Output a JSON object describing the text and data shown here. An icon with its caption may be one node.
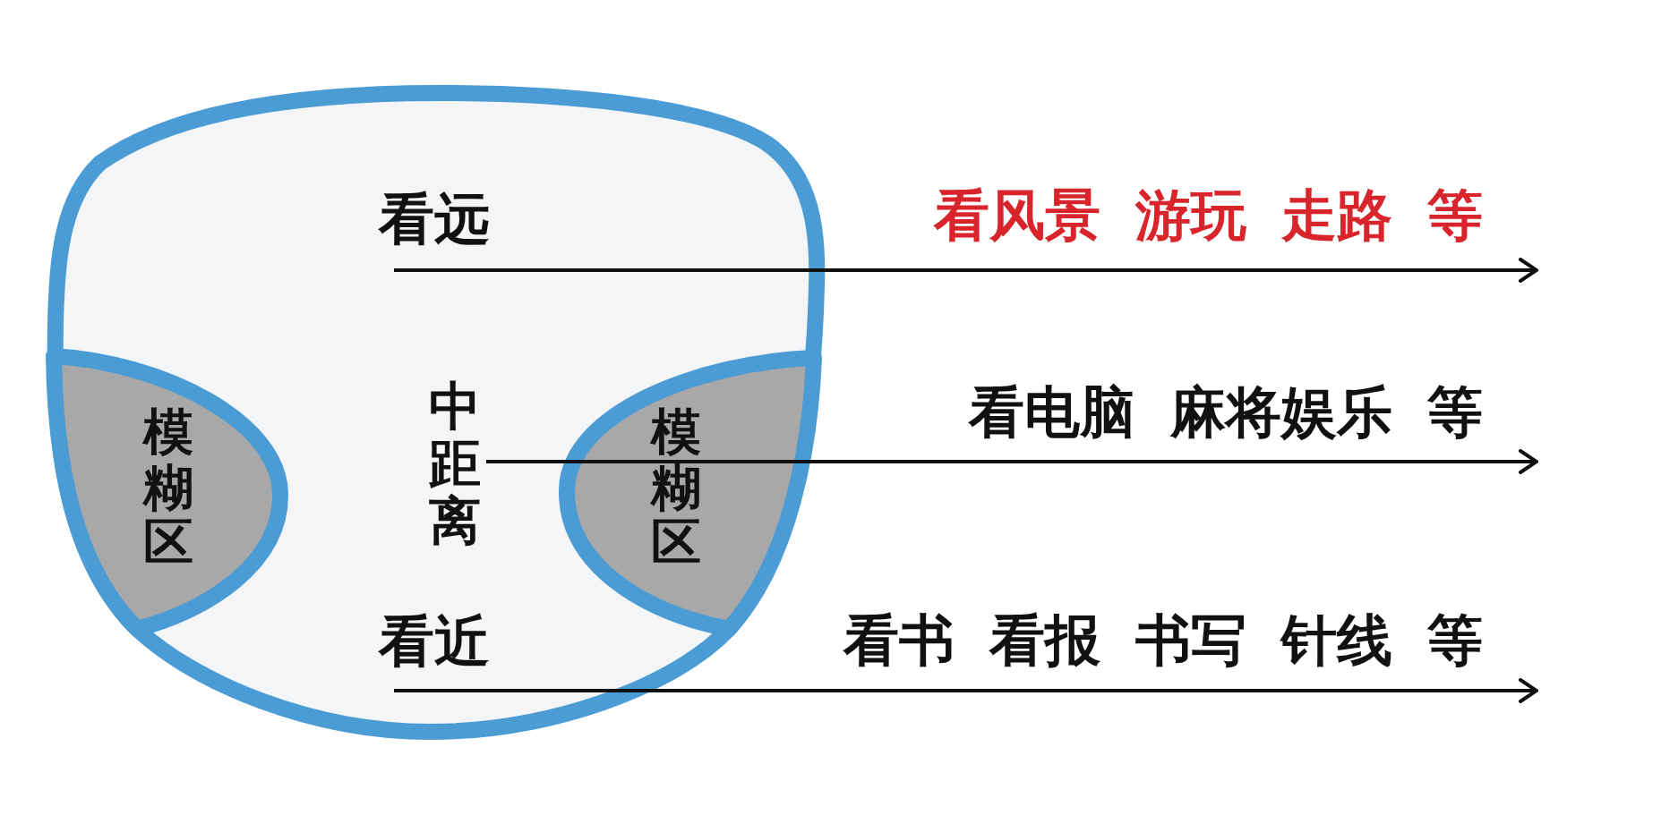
{
  "diagram": {
    "nodes": [
      {
        "text": [],
        "shape": "lens"
      },
      {
        "text": [
          "看远"
        ],
        "in": 0
      },
      {
        "text": [
          "模糊区"
        ],
        "in": 0
      },
      {
        "text": [
          "中距离"
        ],
        "in": 0
      },
      {
        "text": [
          "模糊区"
        ],
        "in": 0
      },
      {
        "text": [
          "看近"
        ],
        "in": 0
      }
    ],
    "edges": [
      {
        "from": 1,
        "to": null,
        "arrow": "to",
        "label": "看风景 游玩 走路 等"
      },
      {
        "from": 3,
        "to": null,
        "arrow": "to",
        "label": "看电脑 麻将娱乐 等"
      },
      {
        "from": 5,
        "to": null,
        "arrow": "to",
        "label": "看书 看报 书写 针线 等"
      }
    ]
  }
}
